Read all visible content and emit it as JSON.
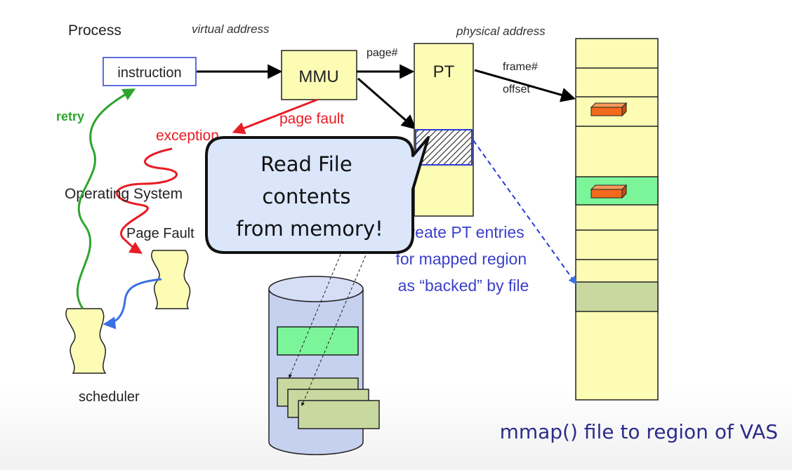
{
  "labels": {
    "process": "Process",
    "virtual_address": "virtual address",
    "physical_address": "physical address",
    "instruction": "instruction",
    "mmu": "MMU",
    "page_num": "page#",
    "pt": "PT",
    "frame_num": "frame#",
    "offset": "offset",
    "retry": "retry",
    "page_fault": "page fault",
    "exception": "exception",
    "operating_system": "Operating System",
    "page_fault_handler": "Page Fault",
    "scheduler": "scheduler",
    "callout": [
      "Read File",
      "contents",
      "from memory!"
    ],
    "create_pt_entries": [
      "Create PT entries",
      "for mapped region",
      "as “backed” by file"
    ],
    "mmap_caption": "mmap() file to region of  VAS"
  },
  "colors": {
    "memory_fill": "#fcfcb4",
    "green_block": "#7cf59a",
    "olive_block": "#c8d9a0",
    "orange_block": "#f26a1b",
    "disk_fill": "#c6d0ef",
    "callout_fill": "#dbe6fb",
    "red_arrow": "#e81c24",
    "green_arrow": "#2ea52e",
    "blue_arrow": "#3b6fe3",
    "text_blue": "#3a40c8",
    "caption_blue": "#2c2c8c"
  }
}
